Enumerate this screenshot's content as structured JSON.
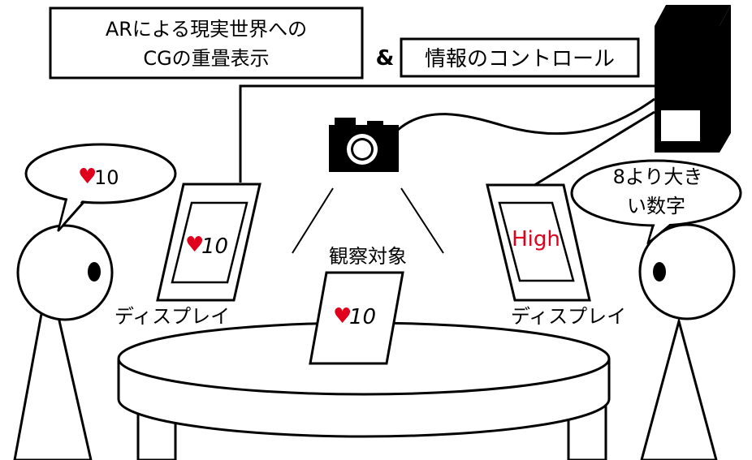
{
  "title_box": {
    "line1": "ARによる現実世界への",
    "line2": "CGの重畳表示"
  },
  "ampersand": "&",
  "info_box": {
    "label": "情報のコントロール"
  },
  "left_person": {
    "speech": {
      "heart": "♥",
      "number": "10"
    }
  },
  "right_person": {
    "speech": {
      "line1": "8より大き",
      "line2": "い数字"
    }
  },
  "left_display": {
    "card_heart": "♥",
    "card_number": "10",
    "caption": "ディスプレイ"
  },
  "right_display": {
    "card_text": "High",
    "caption": "ディスプレイ"
  },
  "observed_object": {
    "caption": "観察対象",
    "card_heart": "♥",
    "card_number": "10"
  },
  "colors": {
    "line": "#000000",
    "background": "#ffffff",
    "heart": "#e0001b",
    "high_text": "#e0001b"
  }
}
